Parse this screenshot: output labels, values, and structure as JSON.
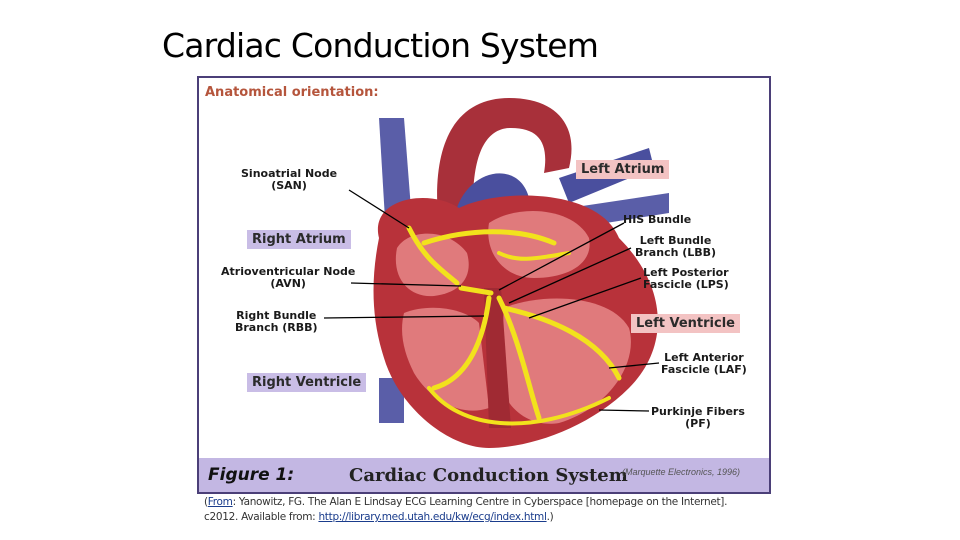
{
  "slide": {
    "title": "Cardiac Conduction System"
  },
  "figure": {
    "orientation_label": "Anatomical orientation:",
    "labels": {
      "san_1": "Sinoatrial Node",
      "san_2": "(SAN)",
      "avn_1": "Atrioventricular Node",
      "avn_2": "(AVN)",
      "rbb_1": "Right Bundle",
      "rbb_2": "Branch (RBB)",
      "his": "HIS Bundle",
      "lbb_1": "Left Bundle",
      "lbb_2": "Branch (LBB)",
      "lps_1": "Left Posterior",
      "lps_2": "Fascicle (LPS)",
      "laf_1": "Left Anterior",
      "laf_2": "Fascicle (LAF)",
      "pf_1": "Purkinje Fibers",
      "pf_2": "(PF)"
    },
    "boxes": {
      "left_atrium": "Left Atrium",
      "right_atrium": "Right Atrium",
      "left_ventricle": "Left Ventricle",
      "right_ventricle": "Right Ventricle"
    },
    "caption": {
      "figure_label": "Figure 1:",
      "title": "Cardiac Conduction System",
      "source": "(Marquette Electronics, 1996)"
    }
  },
  "citation": {
    "from_link": "From",
    "text_1": ": Yanowitz, FG. The Alan E Lindsay ECG Learning Centre in Cyberspace [homepage on the Internet]. c2012. Available from: ",
    "url": "http://library.med.utah.edu/kw/ecg/index.html",
    "text_2": ".)",
    "open_paren": "("
  },
  "colors": {
    "heart_red": "#b8323a",
    "vessel_blue": "#4a4f9e",
    "conduction_yellow": "#f2e21c",
    "caption_purple": "#c3b7e3",
    "box_pink": "#f3c3c3",
    "orientation_text": "#b5553c"
  }
}
